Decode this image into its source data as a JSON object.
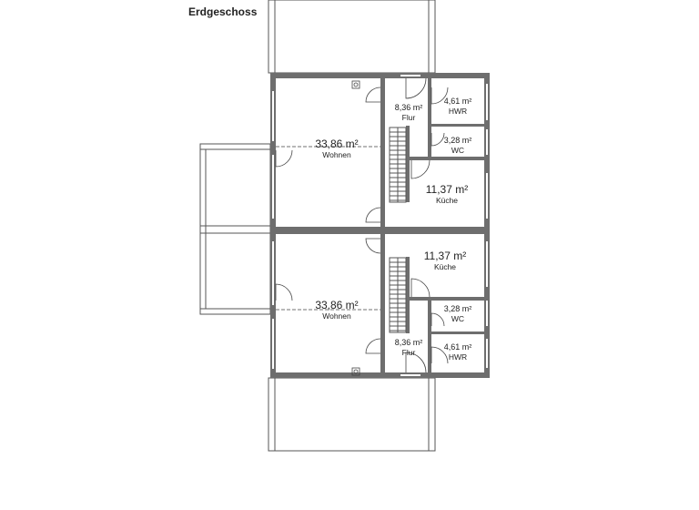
{
  "title": "Erdgeschoss",
  "units": [
    {
      "rooms": [
        {
          "name": "Wohnen",
          "area": "33,86 m²"
        },
        {
          "name": "Flur",
          "area": "8,36 m²"
        },
        {
          "name": "HWR",
          "area": "4,61 m²"
        },
        {
          "name": "WC",
          "area": "3,28 m²"
        },
        {
          "name": "Küche",
          "area": "11,37 m²"
        }
      ]
    },
    {
      "rooms": [
        {
          "name": "Wohnen",
          "area": "33,86 m²"
        },
        {
          "name": "Flur",
          "area": "8,36 m²"
        },
        {
          "name": "HWR",
          "area": "4,61 m²"
        },
        {
          "name": "WC",
          "area": "3,28 m²"
        },
        {
          "name": "Küche",
          "area": "11,37 m²"
        }
      ]
    }
  ],
  "colors": {
    "wall": "#6e6e6e",
    "line": "#555555"
  }
}
